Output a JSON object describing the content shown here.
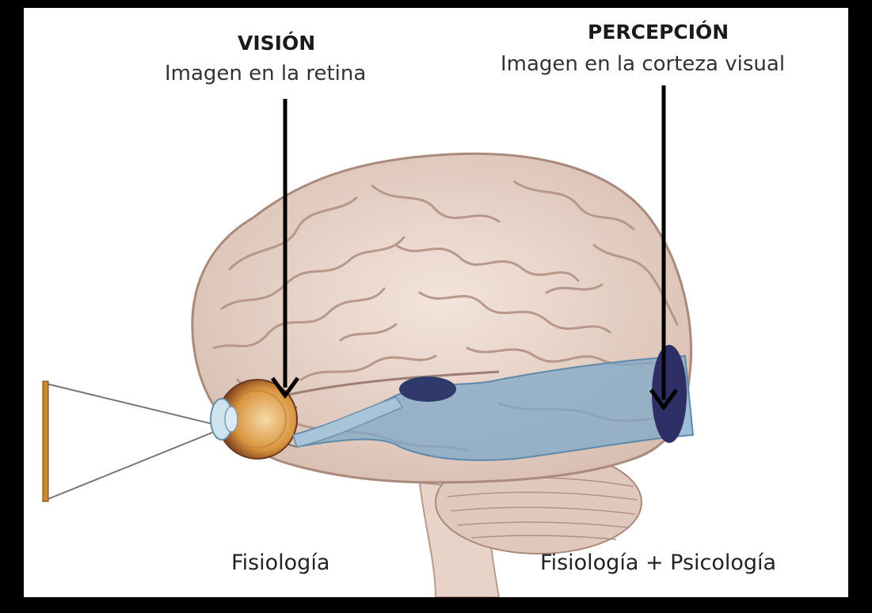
{
  "labels": {
    "vision_title": "VISIÓN",
    "vision_sub": "Imagen en la retina",
    "perception_title": "PERCEPCIÓN",
    "perception_sub": "Imagen en la corteza visual",
    "physiology": "Fisiología",
    "physiology_psychology": "Fisiología + Psicología"
  },
  "colors": {
    "background_frame": "#000000",
    "canvas": "#ffffff",
    "brain_fill": "#ecd9cf",
    "brain_folds": "#b7988a",
    "visual_pathway": "#7ea8c9",
    "nucleus": "#2f3a6b",
    "visual_cortex": "#2d2f66",
    "eye": "#d9a35a",
    "arrow": "#000000"
  }
}
